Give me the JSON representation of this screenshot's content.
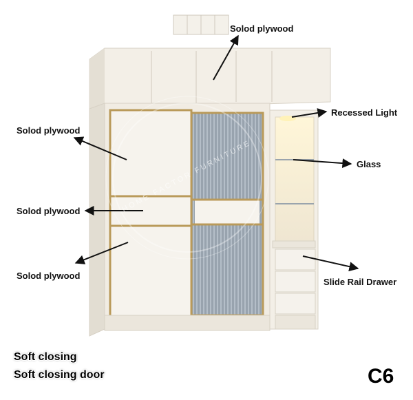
{
  "labels": {
    "top_plywood": "Solod plywood",
    "left_plywood_1": "Solod plywood",
    "left_plywood_2": "Solod plywood",
    "left_plywood_3": "Solod plywood",
    "recessed_light": "Recessed Light",
    "glass": "Glass",
    "slide_rail_drawer": "Slide Rail Drawer"
  },
  "notes": {
    "soft_closing": "Soft closing",
    "soft_closing_door": "Soft closing door"
  },
  "model_code": "C6",
  "watermark": "HOME FACTOR FURNITURE",
  "colors": {
    "cabinet_panel": "#f3efe7",
    "cabinet_shadow": "#e2ddd2",
    "gold_frame": "#b99a5a",
    "glass_tint": "#8f9aa6",
    "arrow": "#111111"
  }
}
